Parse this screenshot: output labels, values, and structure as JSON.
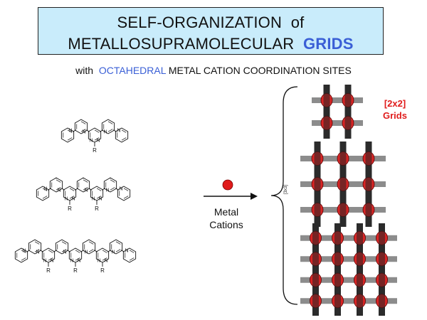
{
  "title": {
    "line1_a": "SELF-ORGANIZATION",
    "line1_b": "of",
    "line2_a": "METALLOSUPRAMOLECULAR",
    "line2_b": "GRIDS"
  },
  "subtitle": {
    "prefix": "with",
    "accent": "OCTAHEDRAL",
    "rest": "METAL CATION COORDINATION SITES"
  },
  "ligands": {
    "substituent": "R",
    "heteroatom": "N"
  },
  "arrow": {
    "label_line1": "Metal",
    "label_line2": "Cations"
  },
  "grids": {
    "label_line1": "[2x2]",
    "label_line2": "Grids",
    "sizes": [
      2,
      3,
      4
    ]
  },
  "colors": {
    "title_bg": "#c9ecfb",
    "accent_blue": "#3a5fd6",
    "metal_red": "#e01b1b",
    "bar_dark": "#2b2b2b",
    "bar_gray": "#8c8c8c"
  }
}
